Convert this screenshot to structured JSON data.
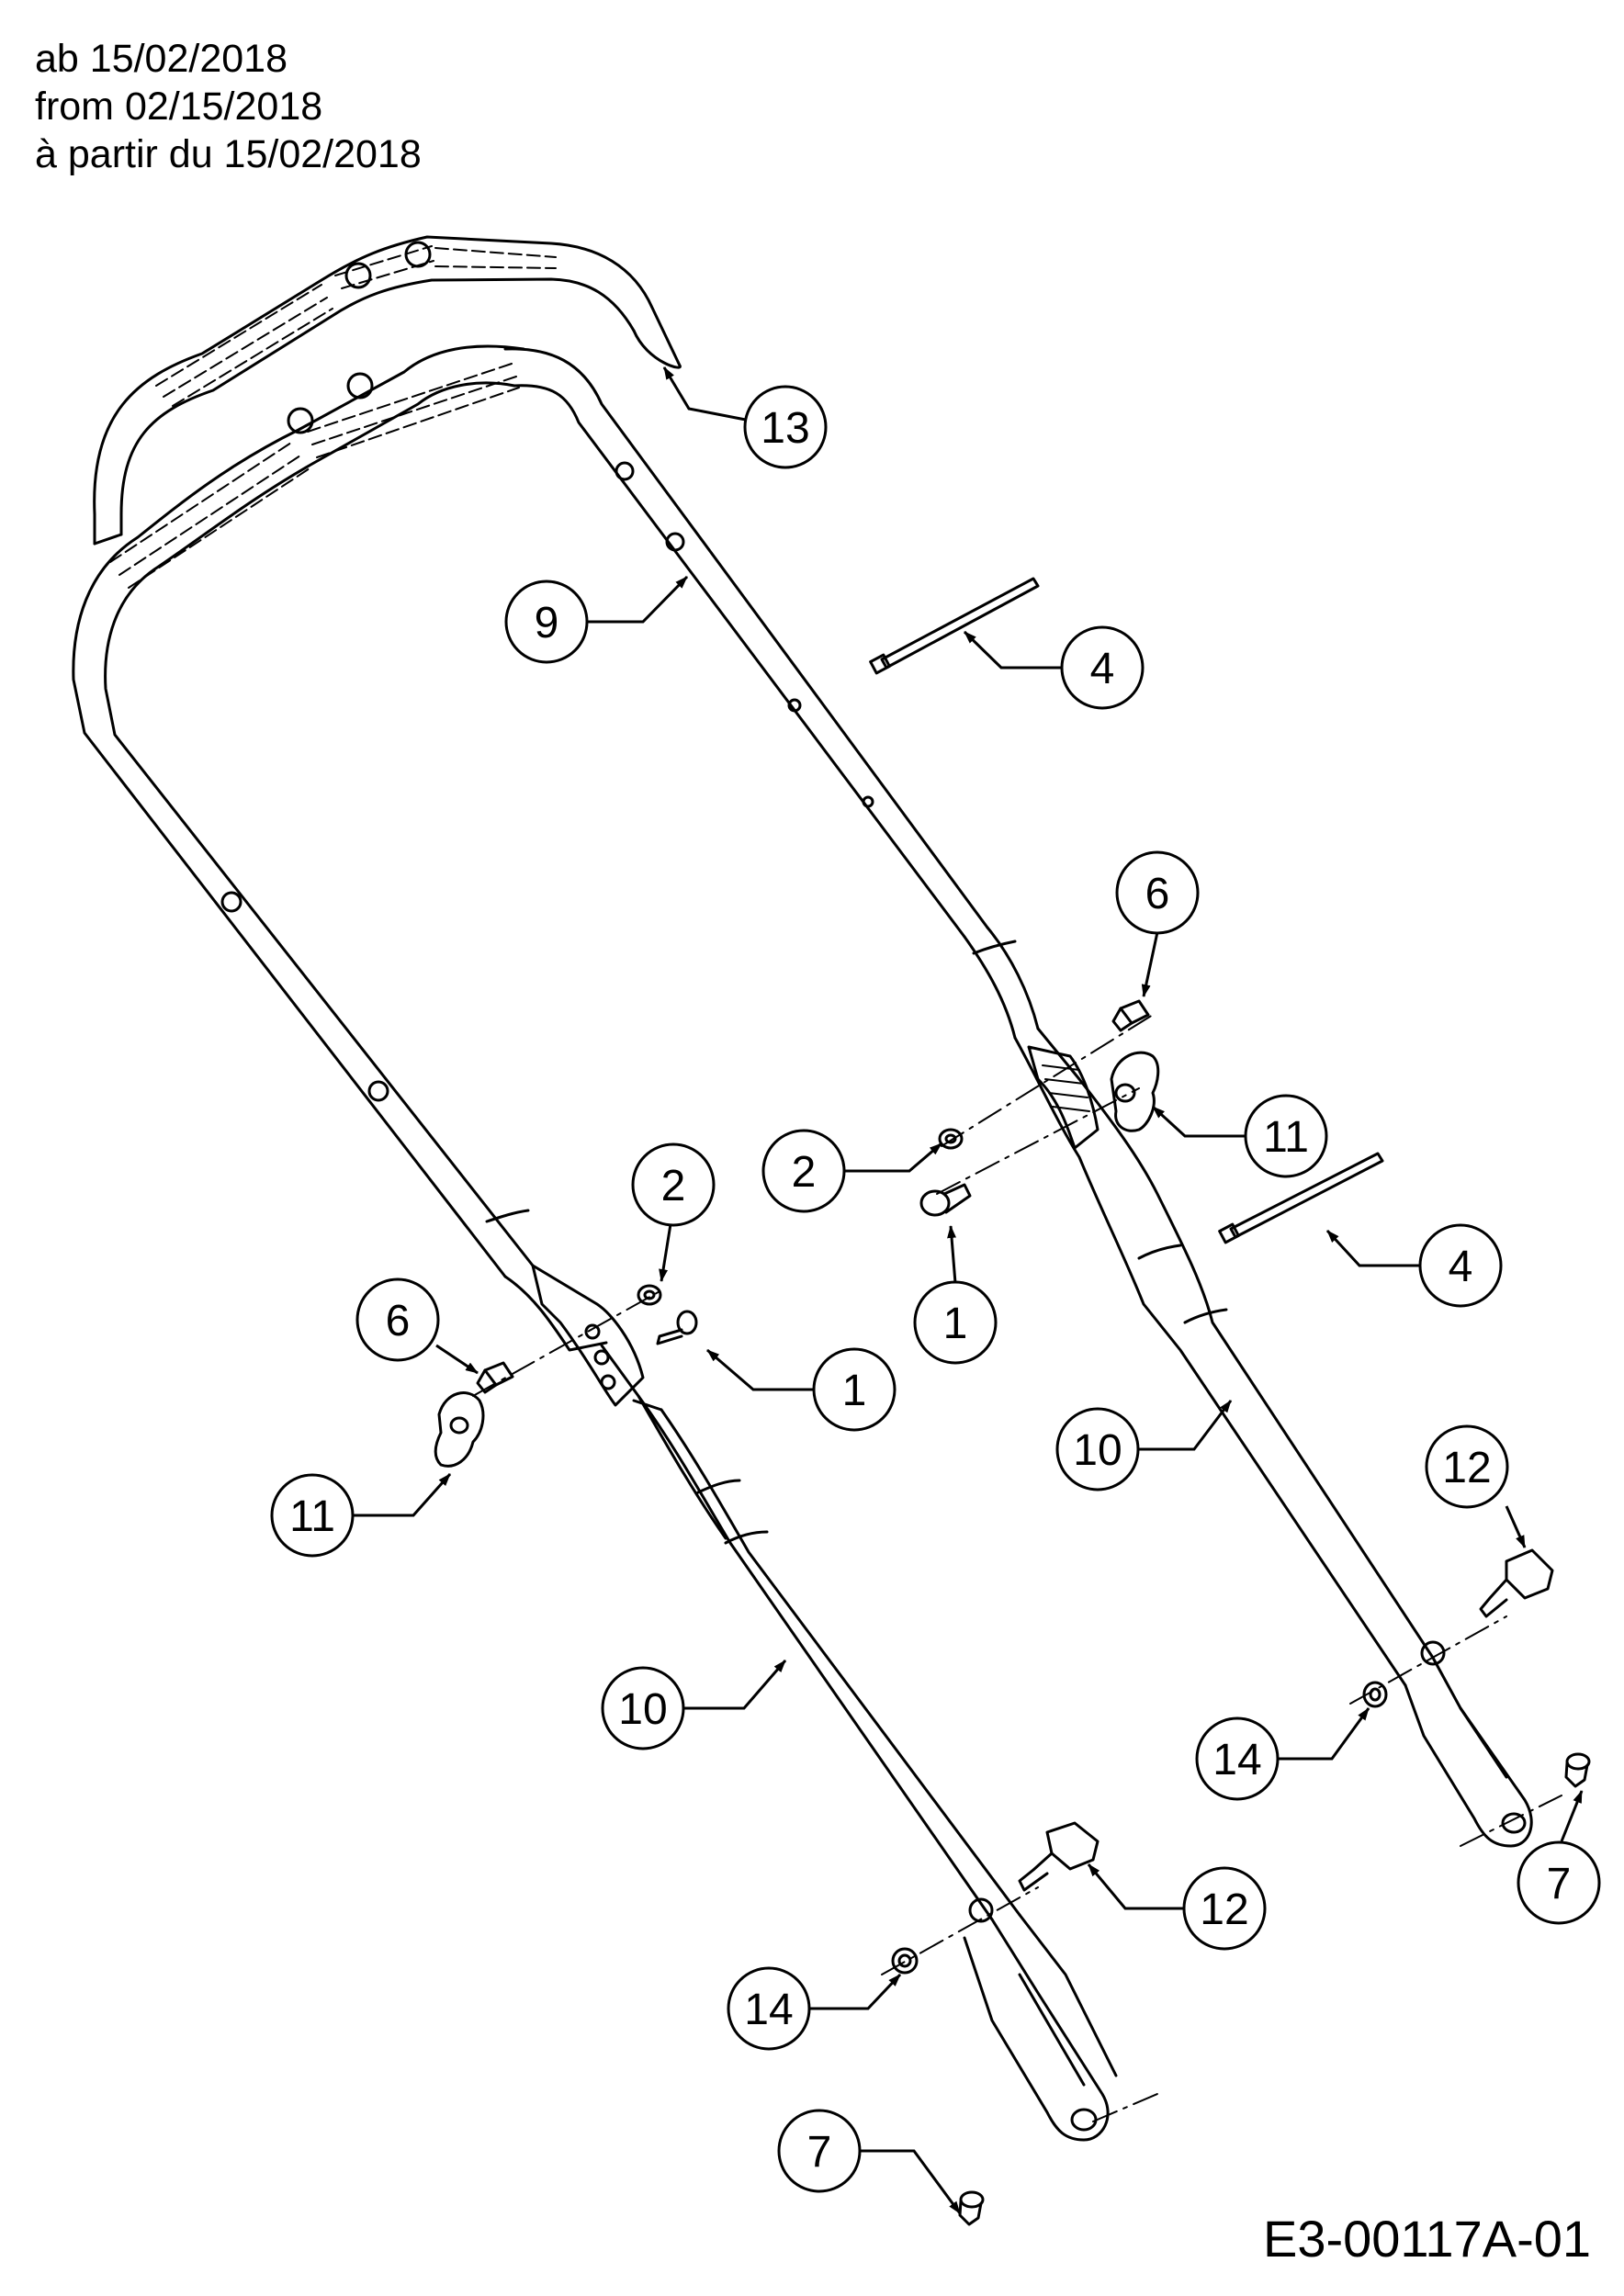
{
  "validity": {
    "de": "ab 15/02/2018",
    "en": "from 02/15/2018",
    "fr": "à partir du 15/02/2018"
  },
  "drawing_number": "E3-00117A-01",
  "callouts": [
    {
      "id": "callout-13",
      "label": "13"
    },
    {
      "id": "callout-9",
      "label": "9"
    },
    {
      "id": "callout-4-top",
      "label": "4"
    },
    {
      "id": "callout-6-right",
      "label": "6"
    },
    {
      "id": "callout-2-center",
      "label": "2"
    },
    {
      "id": "callout-11-right",
      "label": "11"
    },
    {
      "id": "callout-2-left",
      "label": "2"
    },
    {
      "id": "callout-4-right",
      "label": "4"
    },
    {
      "id": "callout-1-center",
      "label": "1"
    },
    {
      "id": "callout-6-left",
      "label": "6"
    },
    {
      "id": "callout-1-left",
      "label": "1"
    },
    {
      "id": "callout-10-right",
      "label": "10"
    },
    {
      "id": "callout-11-left",
      "label": "11"
    },
    {
      "id": "callout-12-right",
      "label": "12"
    },
    {
      "id": "callout-10-left",
      "label": "10"
    },
    {
      "id": "callout-14-right",
      "label": "14"
    },
    {
      "id": "callout-12-left",
      "label": "12"
    },
    {
      "id": "callout-7-right",
      "label": "7"
    },
    {
      "id": "callout-14-left",
      "label": "14"
    },
    {
      "id": "callout-7-left",
      "label": "7"
    }
  ]
}
